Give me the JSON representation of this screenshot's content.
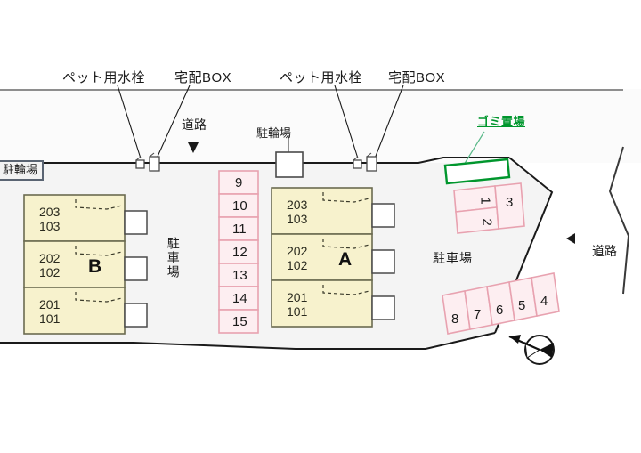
{
  "plan": {
    "title": "apartment-site-plan",
    "colors": {
      "building_fill": "#f7f2cd",
      "building_stroke": "#6b6b50",
      "parking_fill": "#fdeef1",
      "parking_stroke": "#e8a2b0",
      "site_fill": "#f4f4f4",
      "boundary_stroke": "#1a1a1a",
      "garbage_green": "#00962d",
      "text": "#1a1a1a"
    }
  },
  "annotations": {
    "pet_tap_left": "ペット用水栓",
    "delivery_box_left": "宅配BOX",
    "pet_tap_right": "ペット用水栓",
    "delivery_box_right": "宅配BOX",
    "road_top": "道路",
    "road_right": "道路",
    "bike_parking_center": "駐輪場",
    "bike_parking_left": "駐輪場",
    "garbage_area": "ゴミ置場",
    "parking_center": "駐車場",
    "parking_right": "駐車場"
  },
  "buildings": [
    {
      "letter": "B",
      "units": [
        {
          "upper": "203",
          "lower": "103"
        },
        {
          "upper": "202",
          "lower": "102"
        },
        {
          "upper": "201",
          "lower": "101"
        }
      ]
    },
    {
      "letter": "A",
      "units": [
        {
          "upper": "203",
          "lower": "103"
        },
        {
          "upper": "202",
          "lower": "102"
        },
        {
          "upper": "201",
          "lower": "101"
        }
      ]
    }
  ],
  "parking": {
    "center_column": [
      "9",
      "10",
      "11",
      "12",
      "13",
      "14",
      "15"
    ],
    "upper_right_cluster": [
      "1",
      "2",
      "3"
    ],
    "lower_right_row": [
      "8",
      "7",
      "6",
      "5",
      "4"
    ]
  },
  "icons": {
    "compass": "north-arrow",
    "road_marker_top": "▼",
    "road_marker_right": "◀"
  }
}
